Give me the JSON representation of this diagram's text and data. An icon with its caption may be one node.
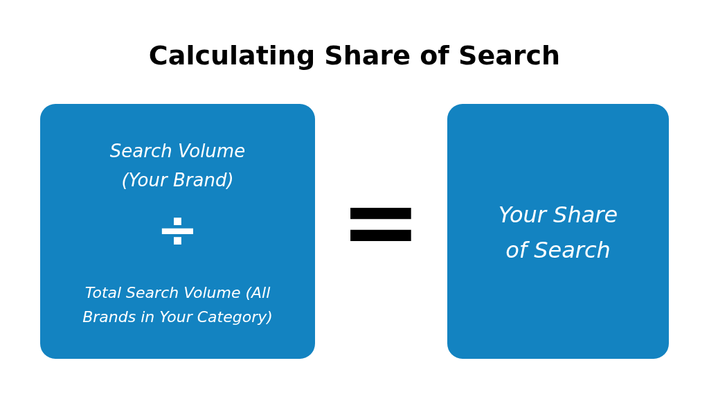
{
  "diagram": {
    "title": "Calculating Share of Search",
    "nodes": [
      {
        "text": [
          "Search Volume (Your Brand)",
          "÷",
          "Total Search Volume (All Brands in Your Category)"
        ]
      },
      {
        "text": [
          "Your Share of Search"
        ]
      }
    ],
    "edges": [],
    "labels": [
      "="
    ]
  }
}
